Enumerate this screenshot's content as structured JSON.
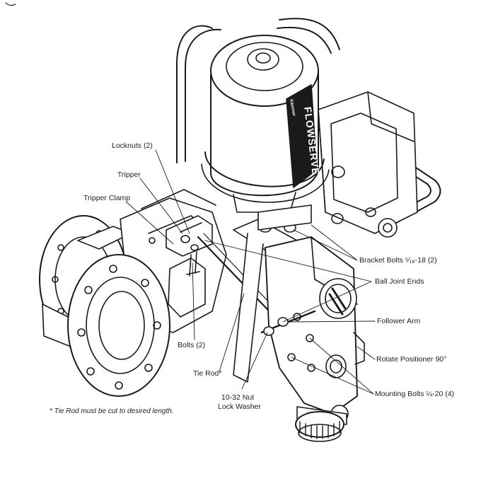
{
  "diagram": {
    "brand_top": "Kämmer",
    "brand_name": "FLOWSERVE",
    "labels": {
      "locknuts": "Locknuts (2)",
      "tripper": "Tripper",
      "tripper_clamp": "Tripper Clamp",
      "bracket_bolts": "Bracket Bolts ⁵⁄₁₆-18 (2)",
      "ball_joint_ends": "Ball Joint Ends",
      "follower_arm": "Follower Arm",
      "rotate_positioner": "Rotate Positioner 90°",
      "bolts": "Bolts (2)",
      "tie_rod": "Tie Rod*",
      "nut_line1": "10-32 Nut",
      "nut_line2": "Lock Washer",
      "mounting_bolts": "Mounting Bolts ¼-20 (4)"
    },
    "footnote": "* Tie Rod must be cut to desired length."
  }
}
